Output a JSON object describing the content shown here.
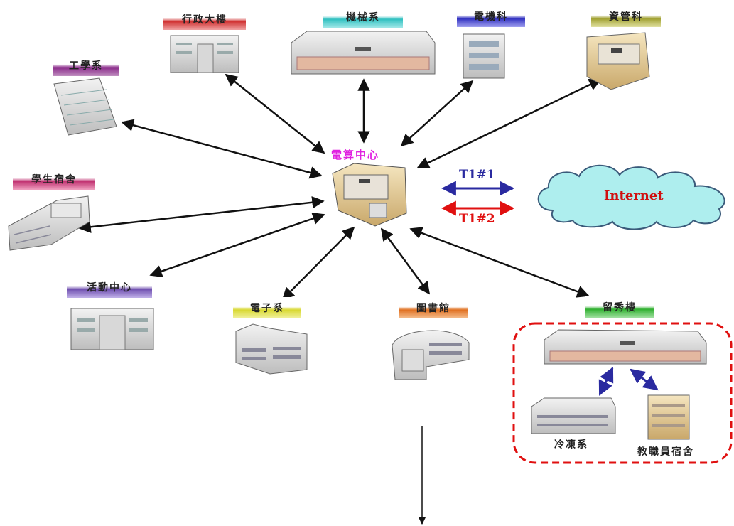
{
  "hub": {
    "label": "電算中心",
    "label_color": "#e020e0"
  },
  "links": {
    "t1_1": {
      "label": "T1#1",
      "color": "#2a2aa0"
    },
    "t1_2": {
      "label": "T1#2",
      "color": "#e01010"
    }
  },
  "internet": {
    "label": "Internet",
    "text_color": "#d01010",
    "fill": "#aeeeee"
  },
  "buildings": {
    "gongxue": {
      "label": "工學系",
      "band": "#8a2a8a"
    },
    "xingzheng": {
      "label": "行政大樓",
      "band": "#d03030"
    },
    "jixie": {
      "label": "機械系",
      "band": "#30c0c0"
    },
    "dianji": {
      "label": "電機科",
      "band": "#3030c0"
    },
    "ziguan": {
      "label": "資管科",
      "band": "#a0a030"
    },
    "xuesheng": {
      "label": "學生宿舍",
      "band": "#c03070"
    },
    "huodong": {
      "label": "活動中心",
      "band": "#7050b0"
    },
    "dianzi": {
      "label": "電子系",
      "band": "#d8d830"
    },
    "tushu": {
      "label": "圖書館",
      "band": "#e07020"
    },
    "liuxiu": {
      "label": "留秀樓",
      "band": "#30b030"
    }
  },
  "sub": {
    "left": {
      "label": "冷凍系"
    },
    "right": {
      "label": "教職員宿舍"
    }
  }
}
